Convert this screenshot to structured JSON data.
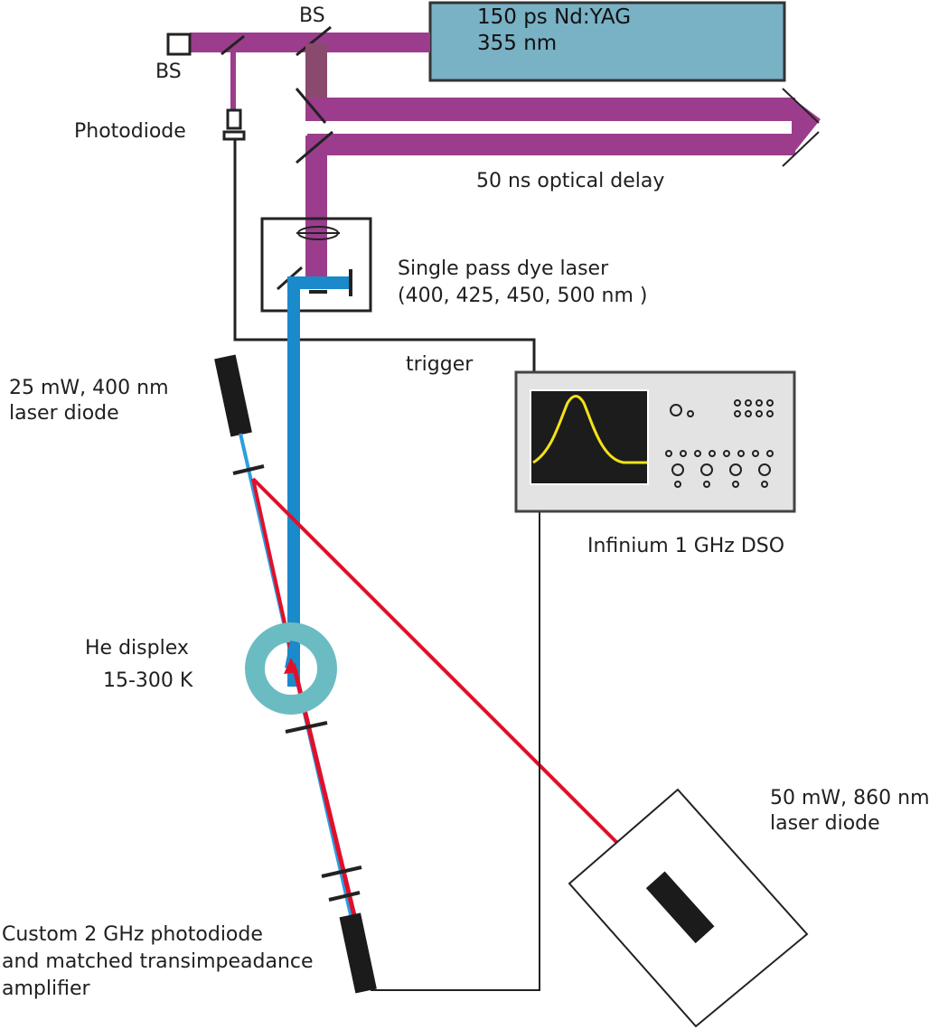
{
  "laser_box": {
    "line1": "150 ps Nd:YAG",
    "line2": "355 nm"
  },
  "labels": {
    "bs_top": "BS",
    "bs_left": "BS",
    "photodiode": "Photodiode",
    "optical_delay": "50 ns optical delay",
    "dye_laser_line1": "Single pass dye laser",
    "dye_laser_line2": "(400, 425, 450, 500 nm )",
    "trigger": "trigger",
    "diode400_line1": "25 mW, 400 nm",
    "diode400_line2": "laser diode",
    "dso": "Infinium 1 GHz DSO",
    "displex_line1": "He displex",
    "displex_line2": "15-300 K",
    "diode860_line1": "50 mW, 860 nm",
    "diode860_line2": "laser diode",
    "detector_line1": "Custom 2 GHz photodiode",
    "detector_line2": "and matched transimpeadance",
    "detector_line3": "amplifier"
  },
  "colors": {
    "uv_beam": "#9b3d8c",
    "uv_beam_fade": "#8a4a6e",
    "dye_beam": "#1a8acb",
    "blue_diode_beam": "#2a9ee0",
    "red_beam": "#e0102a",
    "laser_box_fill": "#79b1c5",
    "displex": "#6bbcc2",
    "scope_body": "#e3e3e3",
    "scope_screen": "#1c1c1c",
    "scope_trace": "#f2e21a"
  }
}
